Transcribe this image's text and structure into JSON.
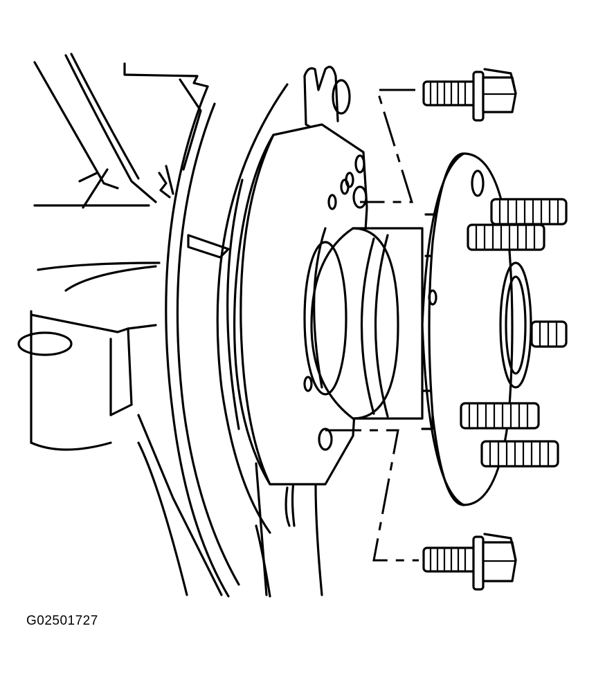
{
  "figure": {
    "id_label": "G02501727",
    "line_color": "#000000",
    "background_color": "#ffffff"
  },
  "parts": [
    {
      "name": "steering-knuckle"
    },
    {
      "name": "brake-rotor-shield"
    },
    {
      "name": "wheel-hub-bearing-assembly"
    },
    {
      "name": "wheel-studs",
      "count": 5
    },
    {
      "name": "hub-mounting-bolts",
      "count": 2
    }
  ]
}
